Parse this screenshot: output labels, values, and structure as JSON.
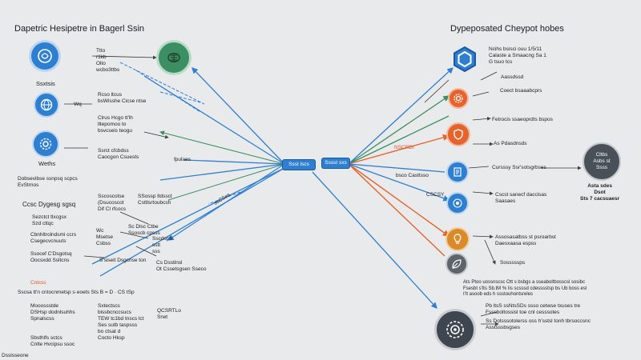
{
  "left": {
    "title": "Dapetric Hesipetre in Bagerl Ssin",
    "node_labels": [
      "Ssxtsis",
      "Weths"
    ],
    "rows": [
      "Ttto\nr1kb\nOlto\nwcbo3ttbs",
      "Wq",
      "Rcso ltcus\nbsWisshe Cicse ntse",
      "Clrus Hcgo tt'lh\nlltepomoo to\nbsvcseis teogu",
      "Ssrct cfcbdss\nCaocgon Csuests",
      "Dobsevibse ssnpsq scpcs\nEvStrnos",
      "Ccsc Dygesg sgsq",
      "Sscoscotse\n(Dsucoscot\nDif Cl rfcocs",
      "Sezctct tlxcgsx\nSzd cttqc",
      "Cbnhltrolndsmi ccrs\nCsegecvcnuuts",
      "Ssocef C'Dsgotsq\nOocsxdd Ssltcns",
      "S'siseit Dsgcnse ton",
      "Cnlcss",
      "Sscsa tt'n cntocnmetsp s·eoets Sts B = D · CS tSp",
      "Mooossstde\nDSHsp dodnlsuhhs\nSpnalscss",
      "Sbsthlfs sctcs\nCnlte Hvcipsu ssoc",
      "Sxtectscs\nbissbcnccsucs\nTEW tc1bd tnscs lct\nSes sutb taspsss\nbo ctsat d\nCocto Hksp",
      "Wc\nMsetse\nCsbss",
      "Sc Dlsc Ctbe\nSsoscb cpsss",
      "SSossp ltdssct\nCsttlsrtoubcsh",
      "Sscdspb\nsstt\nsss",
      "Cs Dsstlnsl\nOt Cssetsgsen Sseco",
      "fpulaes",
      "ssCSes",
      "QCSRTLo\nSrwt",
      "Dsslsseone"
    ]
  },
  "hubs": [
    "Ssst lscs",
    "Sssst sxs"
  ],
  "right": {
    "title": "Dypeposated Cheypot hobes",
    "rows": [
      "Ncihs bsisci ouu 1/5/11\nCalaste a Smaacng Sa 1\nG tsuo tcs",
      "Aassdssd",
      "Coect bsaaabcprs",
      "Fetrocis ssaeoprdts bspos",
      "As Pdasdnsds",
      "Cursssy Ssr'sotsgrbses",
      "Cscst sanecf daccisas\nSaasaes",
      "Assosasatbss st psroarbst\nDaesxaasa espss",
      "Sosssssps",
      "Ats Ptoo uossnscsc Ott s bsbgs a sseaboltbosscsl sosibc\nFsesbt s'lts Sb.tM % Iis scsssd cdesssstsp bs Ub boss esl\nI’lt asoob eds h ssstouhontsreles",
      "Pb ltsS ssNtsSDs ssso cetwse txuses tre\nFsssboltossisl toe cnl cesssotes",
      "Ss Dotsssotolerss oss h'sstsl tonh tbrsoccsnc\nAsstsssbsgses"
    ],
    "mid_labels": [
      "NSCRDI",
      "bsco Casttsso",
      "CSCSY"
    ],
    "outcome": {
      "circle": "Cltbs\nAsbs st\nSsss",
      "caption": "Asta sdes\nDsot\nSts 7 cacsuaesr"
    }
  },
  "colors": {
    "background": "#e9eaec",
    "blue": "#2f7fd1",
    "green": "#3c8f62",
    "orange": "#e5632d",
    "gold": "#d98a2a",
    "dark": "#3f4650",
    "gray": "#5e646c"
  },
  "icons": [
    "brain-icon",
    "globe-icon",
    "gear-icon",
    "hexagon-shield-icon",
    "cog-icon",
    "shield-icon",
    "document-icon",
    "lightbulb-icon",
    "leaf-icon",
    "network-cog-icon",
    "circuit-brain-icon"
  ]
}
